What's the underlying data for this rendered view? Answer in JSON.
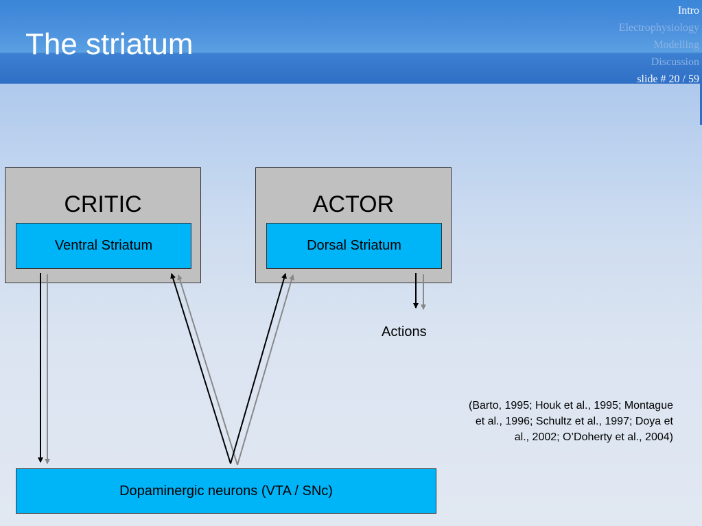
{
  "slide": {
    "title": "The striatum",
    "nav": {
      "items": [
        "Intro",
        "Electrophysiology",
        "Modelling",
        "Discussion"
      ],
      "slide_number": "slide # 20 / 59"
    }
  },
  "diagram": {
    "critic": {
      "label": "CRITIC",
      "inner": "Ventral Striatum"
    },
    "actor": {
      "label": "ACTOR",
      "inner": "Dorsal Striatum"
    },
    "dopamine": "Dopaminergic neurons (VTA / SNc)",
    "actions": "Actions",
    "colors": {
      "box_fill": "#c0c0c0",
      "inner_fill": "#00b4f8",
      "arrow_dark": "#000000",
      "arrow_gray": "#888888"
    }
  },
  "citation": "(Barto, 1995; Houk et al., 1995; Montague et al., 1996; Schultz et al., 1997; Doya et al., 2002; O’Doherty et al., 2004)"
}
